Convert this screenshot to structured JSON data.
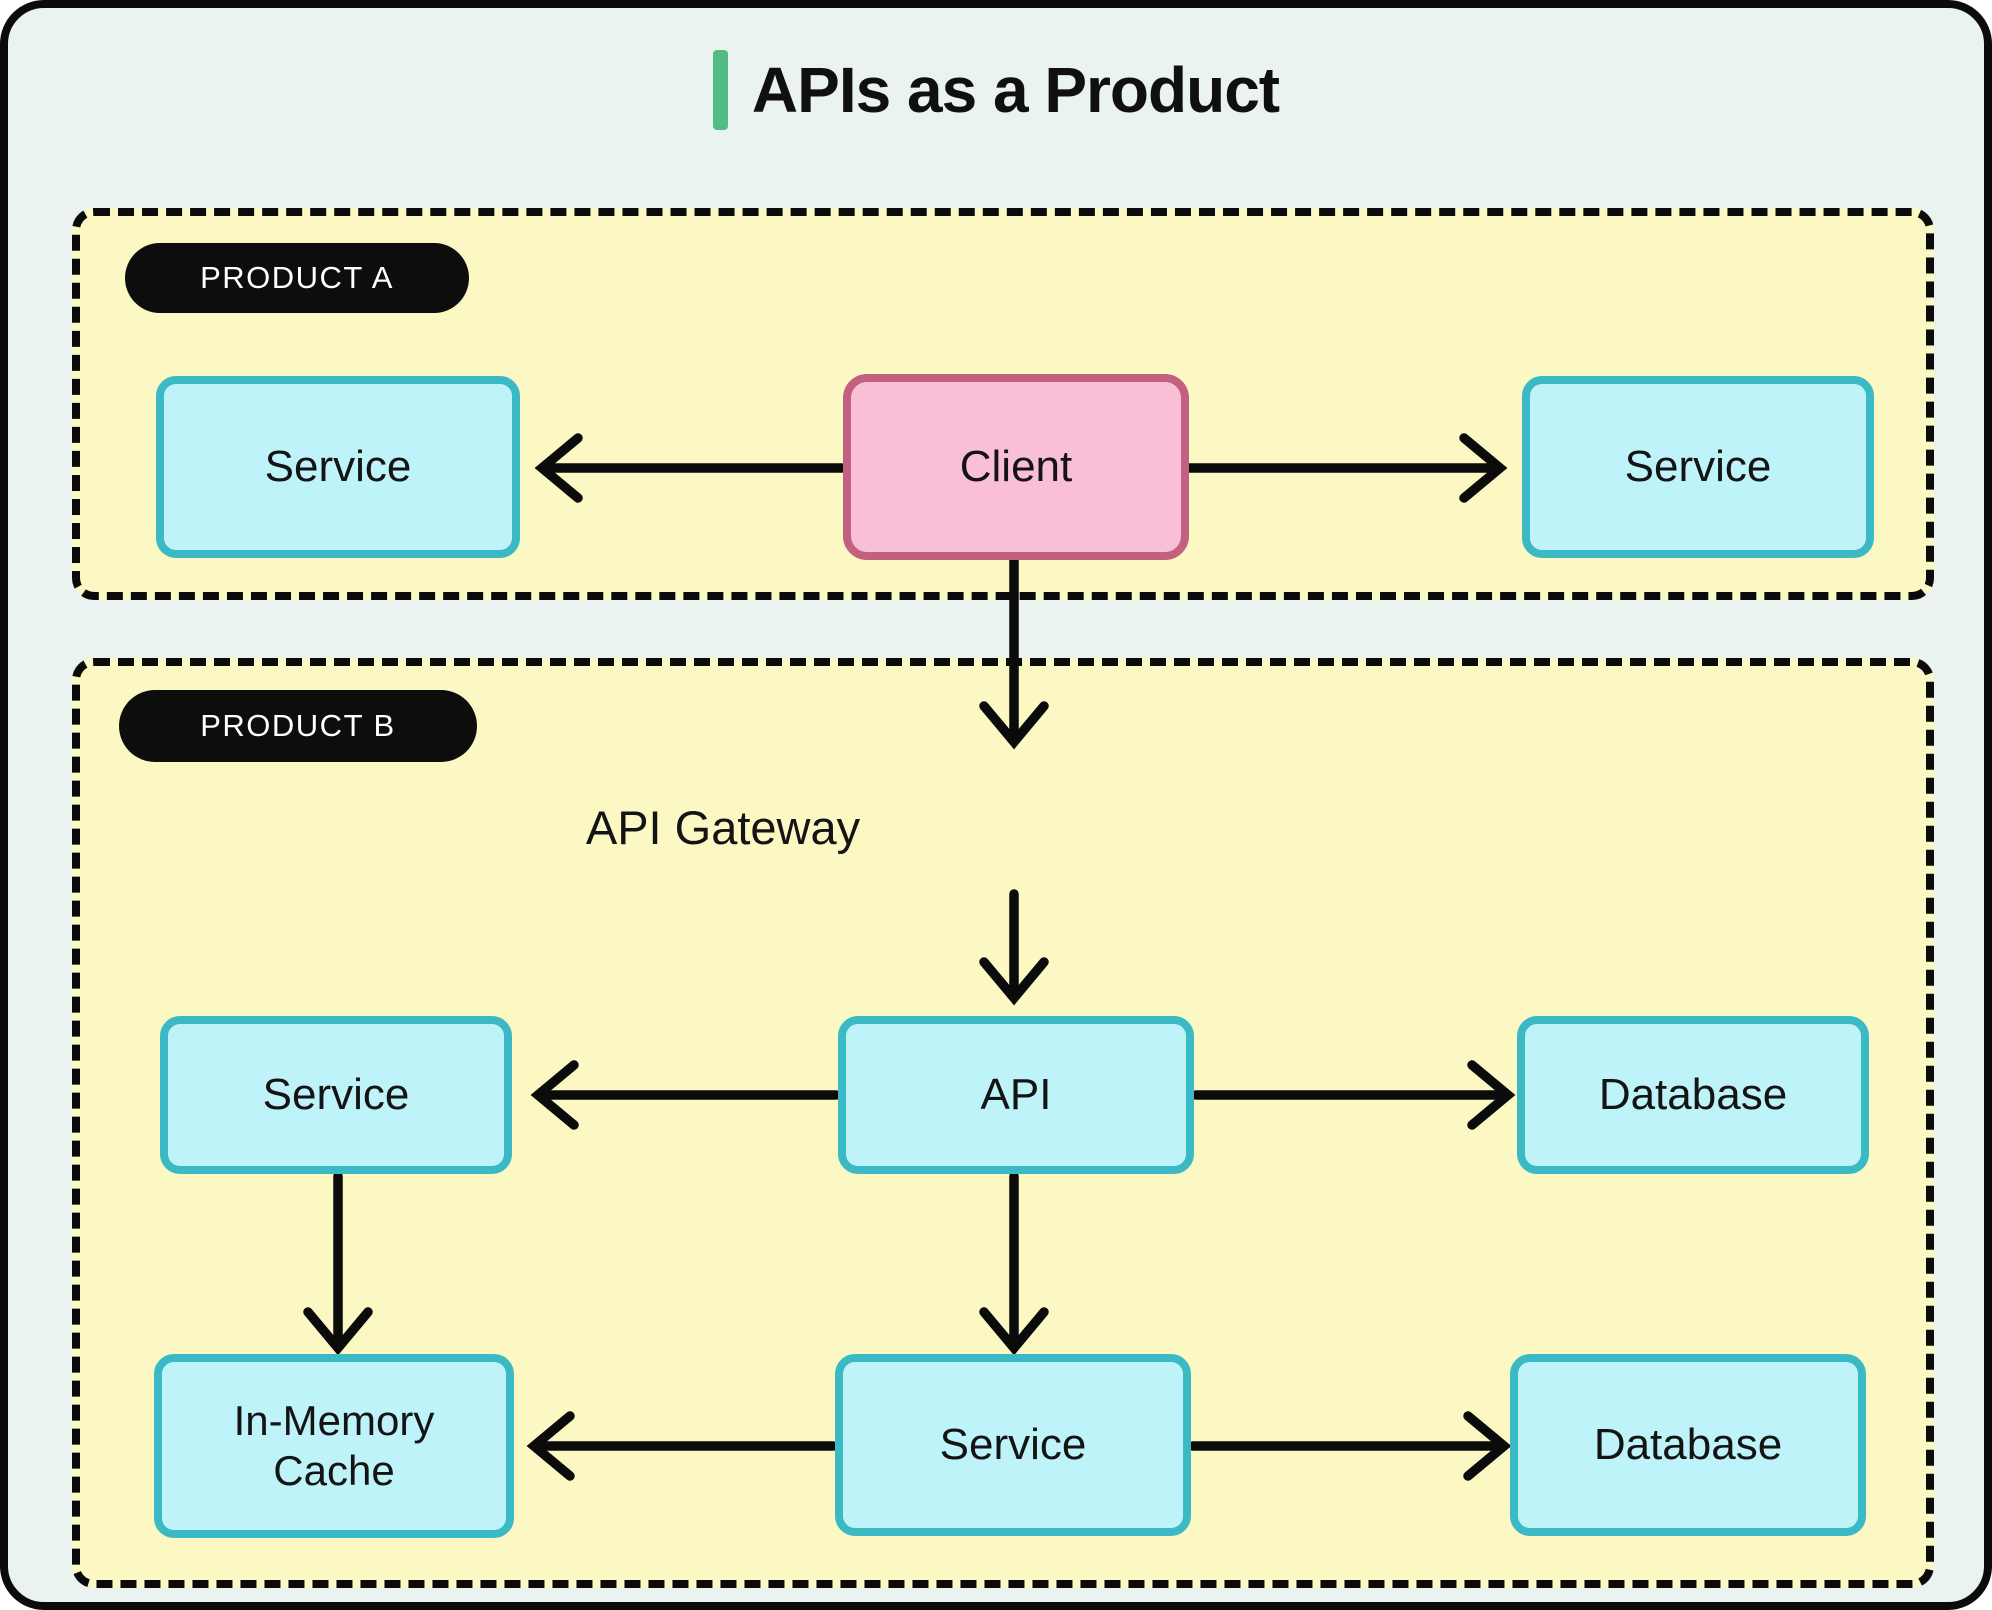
{
  "title": "APIs as a Product",
  "colors": {
    "accent": "#52bd82",
    "background": "#eaf3ef",
    "panel_fill": "#fcf8c4",
    "node_fill": "#bdf3f9",
    "node_border": "#3bbac5",
    "client_fill": "#f9bfd7",
    "client_border": "#c4607f",
    "line": "#0b0b0b"
  },
  "panels": [
    {
      "label": "PRODUCT A"
    },
    {
      "label": "PRODUCT B",
      "gateway_label": "API Gateway"
    }
  ],
  "nodes": {
    "service_a_left": "Service",
    "client": "Client",
    "service_a_right": "Service",
    "service_b_left": "Service",
    "api": "API",
    "database_mid": "Database",
    "cache": "In-Memory Cache",
    "service_b_bottom": "Service",
    "database_bottom": "Database"
  }
}
